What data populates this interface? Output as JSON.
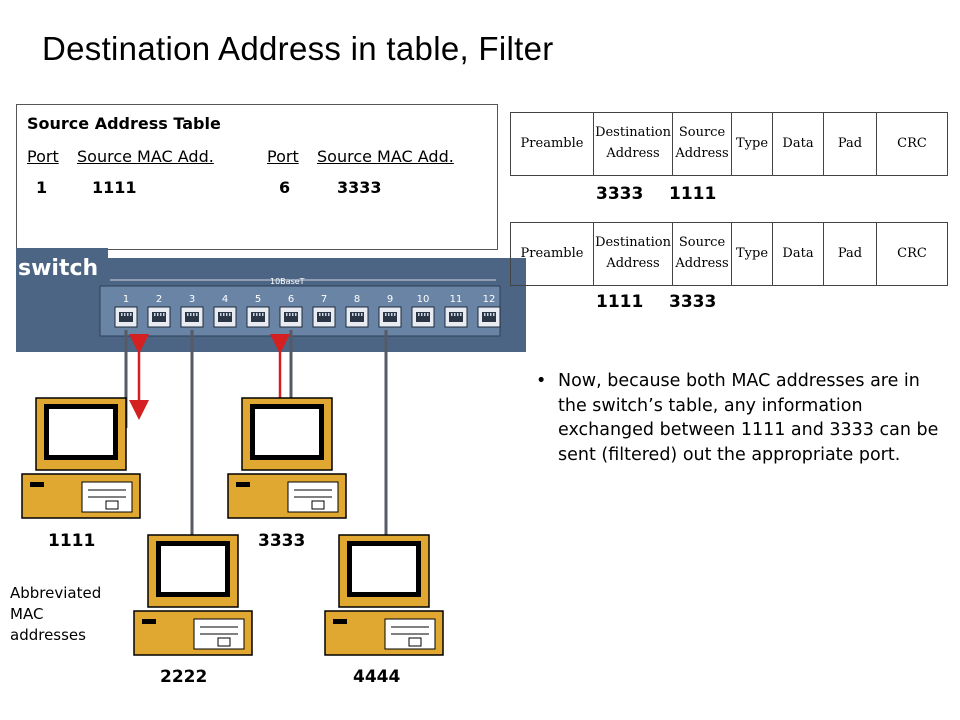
{
  "title": "Destination Address in table, Filter",
  "source_table": {
    "header": "Source Address Table",
    "col_port_1": "Port",
    "col_mac_1": "Source MAC Add.",
    "col_port_2": "Port",
    "col_mac_2": "Source MAC Add.",
    "row": {
      "port_1": "1",
      "mac_1": "1111",
      "port_2": "6",
      "mac_2": "3333"
    }
  },
  "switch": {
    "label": "switch",
    "model": "10BaseT",
    "port_numbers": [
      "1",
      "2",
      "3",
      "4",
      "5",
      "6",
      "7",
      "8",
      "9",
      "10",
      "11",
      "12"
    ]
  },
  "frames": [
    {
      "fields": [
        "Preamble",
        "Destination Address",
        "Source Address",
        "Type",
        "Data",
        "Pad",
        "CRC"
      ],
      "dest": "3333",
      "src": "1111"
    },
    {
      "fields": [
        "Preamble",
        "Destination Address",
        "Source Address",
        "Type",
        "Data",
        "Pad",
        "CRC"
      ],
      "dest": "1111",
      "src": "3333"
    }
  ],
  "bullet": "Now, because both MAC addresses are in the switch’s table, any information exchanged between 1111 and 3333 can be sent (filtered) out the appropriate port.",
  "computers": [
    {
      "mac": "1111",
      "port": 1
    },
    {
      "mac": "3333",
      "port": 6
    },
    {
      "mac": "2222",
      "port": 3
    },
    {
      "mac": "4444",
      "port": 9
    }
  ],
  "abbrev_note": "Abbreviated MAC addresses",
  "colors": {
    "switch": "#4d6584",
    "arrow": "#d42020",
    "cable": "#555a66",
    "monitor": "#e0a830"
  }
}
